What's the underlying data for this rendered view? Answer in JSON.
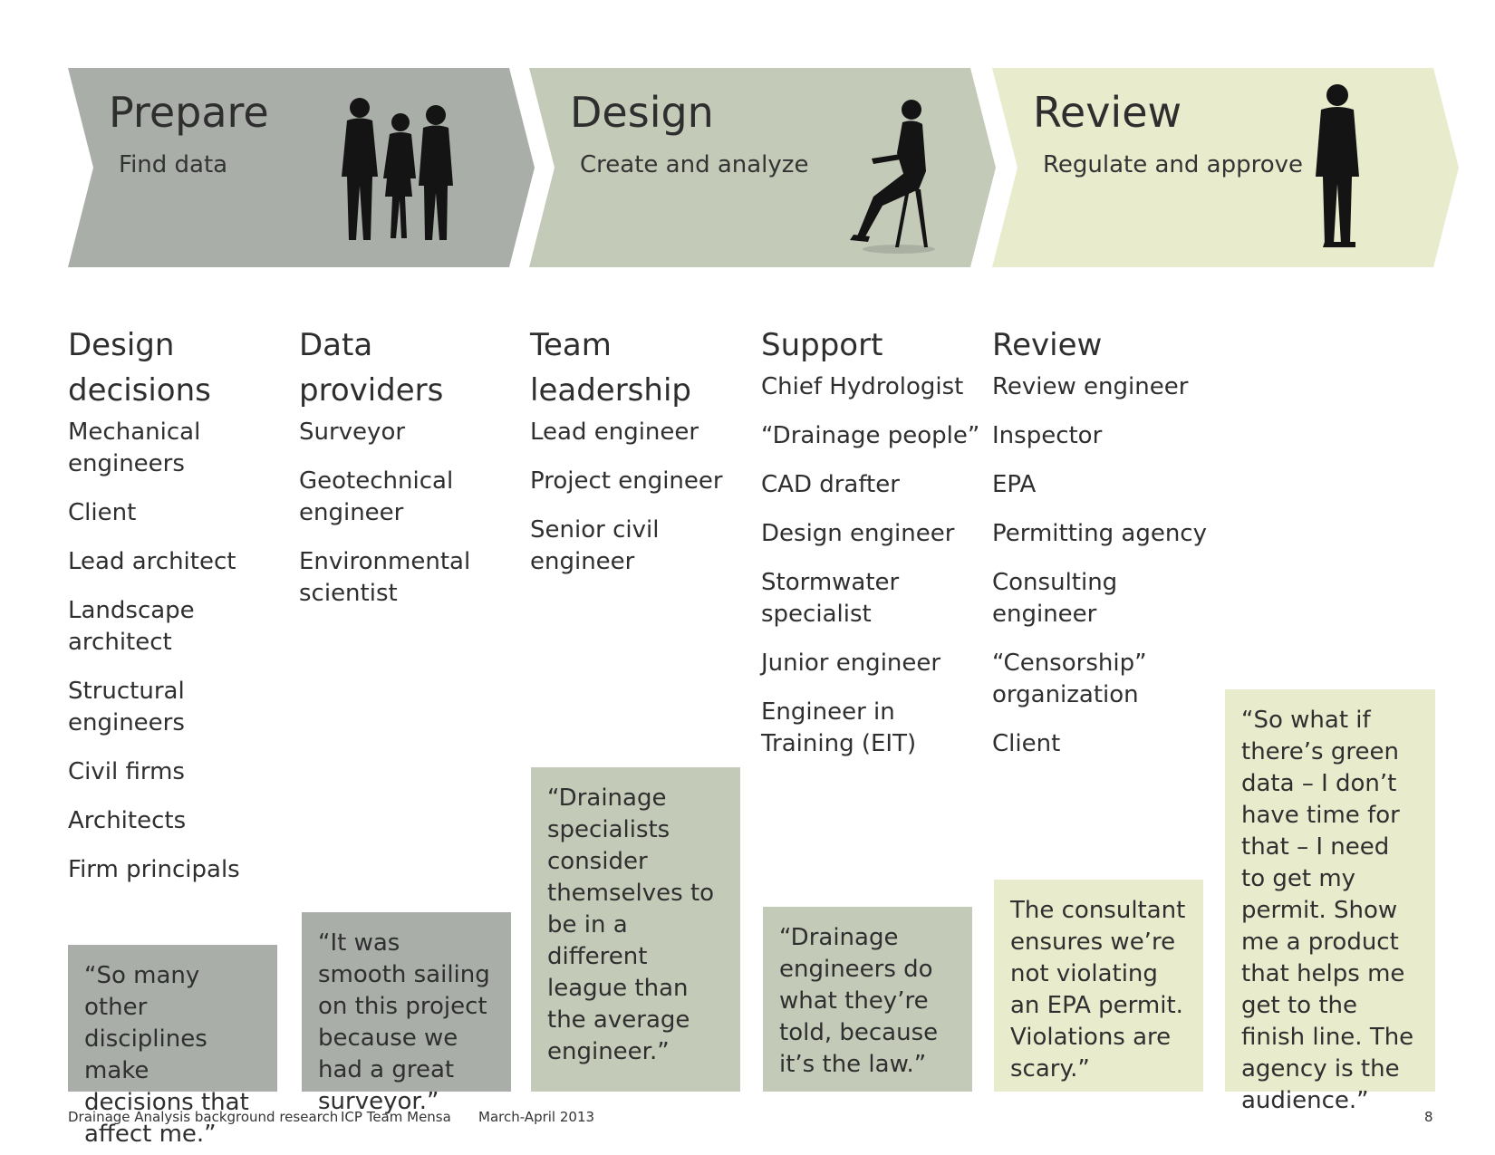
{
  "phases": [
    {
      "title": "Prepare",
      "subtitle": "Find data",
      "color": "#a9aea8",
      "figure": "group-of-people-silhouette-icon"
    },
    {
      "title": "Design",
      "subtitle": "Create and analyze",
      "color": "#c4cab8",
      "figure": "seated-woman-with-laptop-silhouette-icon"
    },
    {
      "title": "Review",
      "subtitle": "Regulate and approve",
      "color": "#e9ebcd",
      "figure": "standing-man-silhouette-icon"
    }
  ],
  "columns": [
    {
      "heading": [
        "Design",
        "decisions"
      ],
      "items": [
        "Mechanical engineers",
        "Client",
        "Lead architect",
        "Landscape architect",
        "Structural engineers",
        "Civil firms",
        "Architects",
        "Firm principals"
      ]
    },
    {
      "heading": [
        "Data",
        "providers"
      ],
      "items": [
        "Surveyor",
        "Geotechnical engineer",
        "Environmental scientist"
      ]
    },
    {
      "heading": [
        "Team",
        "leadership"
      ],
      "items": [
        "Lead engineer",
        "Project engineer",
        "Senior civil engineer"
      ]
    },
    {
      "heading": [
        "Support"
      ],
      "items": [
        "Chief Hydrologist",
        "“Drainage people”",
        "CAD drafter",
        "Design engineer",
        "Stormwater specialist",
        "Junior engineer",
        "Engineer in Training (EIT)"
      ]
    },
    {
      "heading": [
        "Review"
      ],
      "items": [
        "Review engineer",
        "Inspector",
        "EPA",
        "Permitting agency",
        "Consulting engineer",
        "“Censorship” organization",
        "Client"
      ]
    }
  ],
  "quotes": [
    {
      "text": "“So many other disciplines make decisions that affect me.”",
      "color": "#a9aea8"
    },
    {
      "text": "“It was smooth sailing on this project because we had a great surveyor.”",
      "color": "#a9aea8"
    },
    {
      "text": "“Drainage specialists consider themselves to be in a different league than the average engineer.”",
      "color": "#c4cab8"
    },
    {
      "text": "“Drainage engineers do what they’re told, because it’s the law.”",
      "color": "#c4cab8"
    },
    {
      "text": "The consultant ensures we’re not violating an EPA permit. Violations are scary.”",
      "color": "#e9ebcd"
    },
    {
      "text": "“So what if there’s green data – I don’t have time for that – I need to get my permit. Show me a product that helps me get to the finish line. The agency is the audience.”",
      "color": "#e9ebcd"
    }
  ],
  "footer": {
    "project": "Drainage Analysis background research",
    "team": "ICP Team Mensa",
    "date": "March-April 2013",
    "page": "8"
  }
}
